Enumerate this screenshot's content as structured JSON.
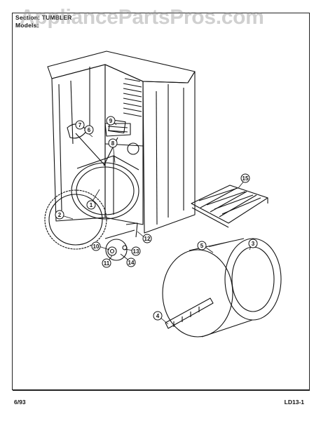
{
  "header": {
    "section": "Section: TUMBLER",
    "model": "Models:"
  },
  "watermark": "AppliancePartsPros.com",
  "footer": {
    "date": "6/93",
    "code": "LD13-1"
  },
  "callouts": [
    "1",
    "2",
    "3",
    "4",
    "5",
    "6",
    "7",
    "8",
    "9",
    "10",
    "11",
    "12",
    "13",
    "14",
    "15"
  ]
}
